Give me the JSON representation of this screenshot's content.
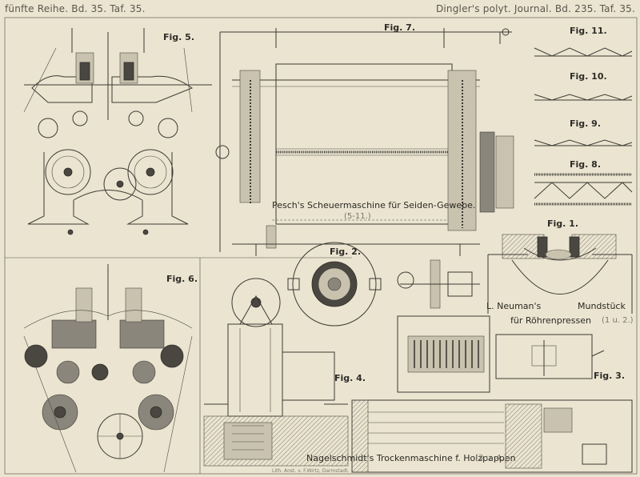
{
  "header": {
    "left": "fünfte Reihe. Bd. 35. Taf. 35.",
    "right": "Dingler's polyt. Journal. Bd. 235. Taf. 35."
  },
  "figure_labels": {
    "fig5": "Fig. 5.",
    "fig7": "Fig. 7.",
    "fig11": "Fig. 11.",
    "fig10": "Fig. 10.",
    "fig9": "Fig. 9.",
    "fig8": "Fig. 8.",
    "fig1": "Fig. 1.",
    "fig2": "Fig. 2.",
    "fig6": "Fig. 6.",
    "fig4": "Fig. 4.",
    "fig3": "Fig. 3."
  },
  "captions": {
    "pesch_title": "Pesch's Scheuermaschine für Seiden-Gewebe.",
    "pesch_figs": "(5-11.)",
    "neuman_line1": "L. Neuman's",
    "neuman_line1b": "Mundstück",
    "neuman_line2": "für Röhrenpressen",
    "neuman_figs": "(1 u. 2.)",
    "nagelschmidt_title": "Nagelschmidt's Trockenmaschine f. Holzpappen",
    "nagelschmidt_figs": "(3 u. 4.)"
  },
  "imprint": "Lith. Anst. v. F.Wirtz, Darmstadt."
}
